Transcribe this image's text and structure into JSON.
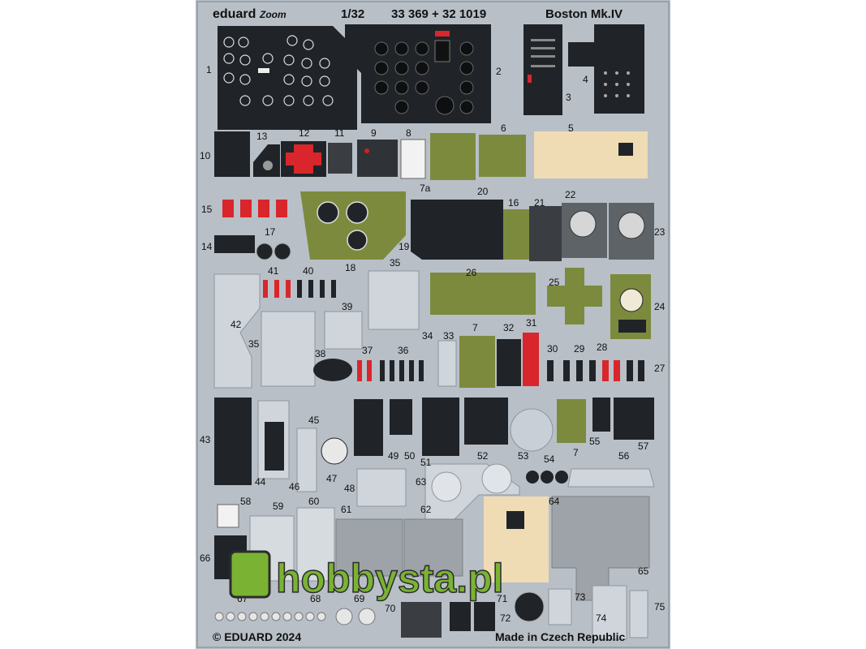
{
  "header": {
    "brand": "eduard",
    "sub_brand": "Zoom",
    "scale": "1/32",
    "codes": "33 369 + 32 1019",
    "model": "Boston Mk.IV"
  },
  "footer": {
    "copyright": "© EDUARD 2024",
    "origin": "Made in Czech Republic"
  },
  "watermark": "hobbysta.pl",
  "part_labels": [
    "1",
    "2",
    "3",
    "4",
    "5",
    "6",
    "7",
    "7a",
    "7",
    "8",
    "9",
    "10",
    "11",
    "12",
    "13",
    "14",
    "15",
    "16",
    "17",
    "18",
    "19",
    "20",
    "21",
    "22",
    "23",
    "24",
    "25",
    "26",
    "27",
    "28",
    "29",
    "30",
    "31",
    "32",
    "33",
    "34",
    "35",
    "35",
    "36",
    "37",
    "38",
    "39",
    "40",
    "41",
    "42",
    "43",
    "44",
    "45",
    "46",
    "47",
    "48",
    "49",
    "50",
    "51",
    "52",
    "53",
    "54",
    "55",
    "56",
    "57",
    "58",
    "59",
    "60",
    "61",
    "62",
    "63",
    "64",
    "65",
    "66",
    "67",
    "68",
    "69",
    "70",
    "71",
    "72",
    "73",
    "74",
    "75"
  ],
  "colors": {
    "fret": "#b8bfc6",
    "panel_black": "#202428",
    "cockpit_green": "#7c8a3e",
    "cream": "#efdcb5",
    "red": "#d8262c",
    "watermark_green": "#7ab333"
  }
}
